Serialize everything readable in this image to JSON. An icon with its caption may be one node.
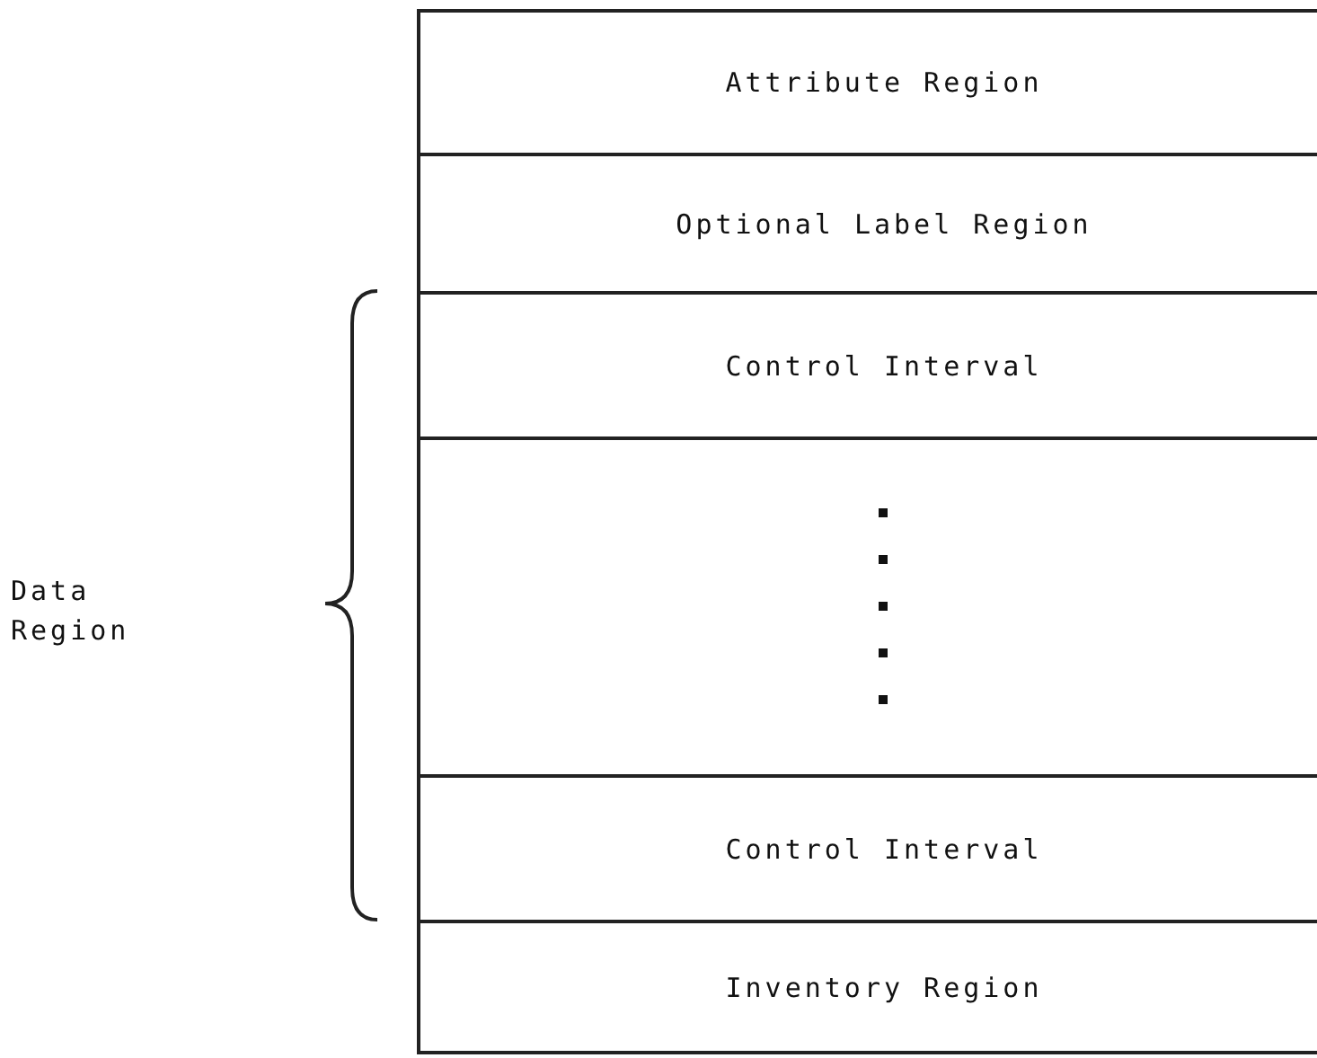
{
  "diagram": {
    "nodes": [
      {
        "text": [
          "Attribute Region"
        ]
      },
      {
        "text": [
          "Optional Label Region"
        ]
      },
      {
        "text": [
          "Control Interval"
        ]
      },
      {
        "text": [],
        "shape": "box"
      },
      {
        "text": [
          "Control Interval"
        ]
      },
      {
        "text": [
          "Inventory Region"
        ]
      }
    ],
    "labels": [
      "Data Region"
    ]
  }
}
